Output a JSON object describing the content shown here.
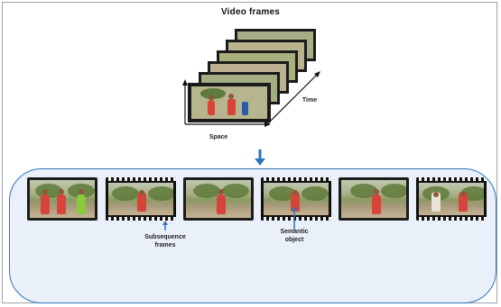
{
  "diagram": {
    "title": "Video frames",
    "axis_time": "Time",
    "axis_space": "Space",
    "label_subsequence": "Subsequence\nframes",
    "label_semantic": "Semantic\nobject"
  },
  "colors": {
    "accent_blue": "#2f74c0",
    "panel_fill": "#eaf0f9",
    "shirt_red": "#d8443a",
    "shirt_green": "#8acb3c"
  }
}
